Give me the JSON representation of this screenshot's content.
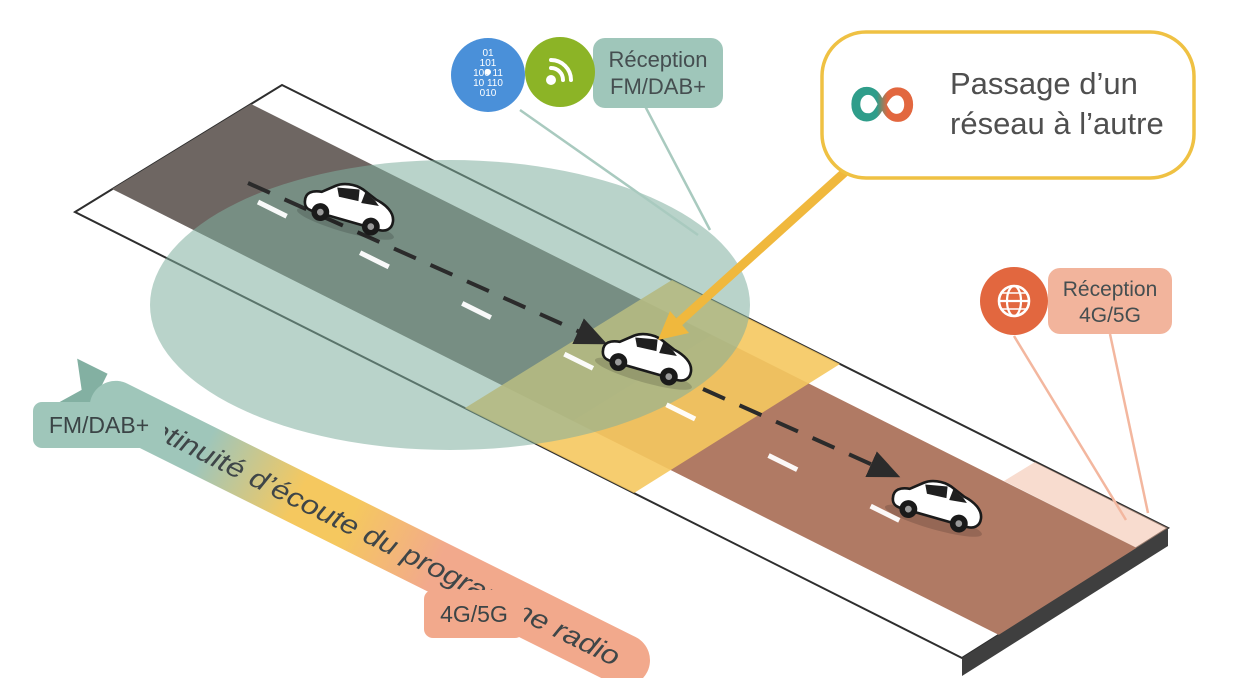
{
  "colors": {
    "teal": "#9fc6ba",
    "teal_dark": "#83b0a2",
    "yellow": "#f5c85f",
    "salmon": "#f2a98c",
    "salmon_soft": "#f2b49c",
    "road_dark": "#6e6662",
    "road_brown": "#b07a64",
    "coverage": "#7fae9e",
    "blue": "#4a90d9",
    "green": "#8cb426",
    "orange": "#e2673f",
    "arrow": "#f0b83d",
    "box_border": "#efc143",
    "ink": "#474e50",
    "infinity_teal": "#2f9d8a",
    "infinity_orange": "#e2673f"
  },
  "fm_reception": {
    "line1": "Réception",
    "line2": "FM/DAB+"
  },
  "g_reception": {
    "line1": "Réception",
    "line2": "4G/5G"
  },
  "passage": {
    "line1": "Passage d’un",
    "line2": "réseau à l’autre"
  },
  "ribbon": {
    "text": "Continuité d’écoute du programme radio"
  },
  "zones": {
    "fm_label": "FM/DAB+",
    "g_label": "4G/5G"
  },
  "binary": [
    "01",
    "101",
    "100 11",
    "10 110",
    "010"
  ],
  "icons": {
    "infinity": "∞",
    "data": "binary-data",
    "broadcast": "broadcast-waves",
    "globe": "globe-network"
  }
}
